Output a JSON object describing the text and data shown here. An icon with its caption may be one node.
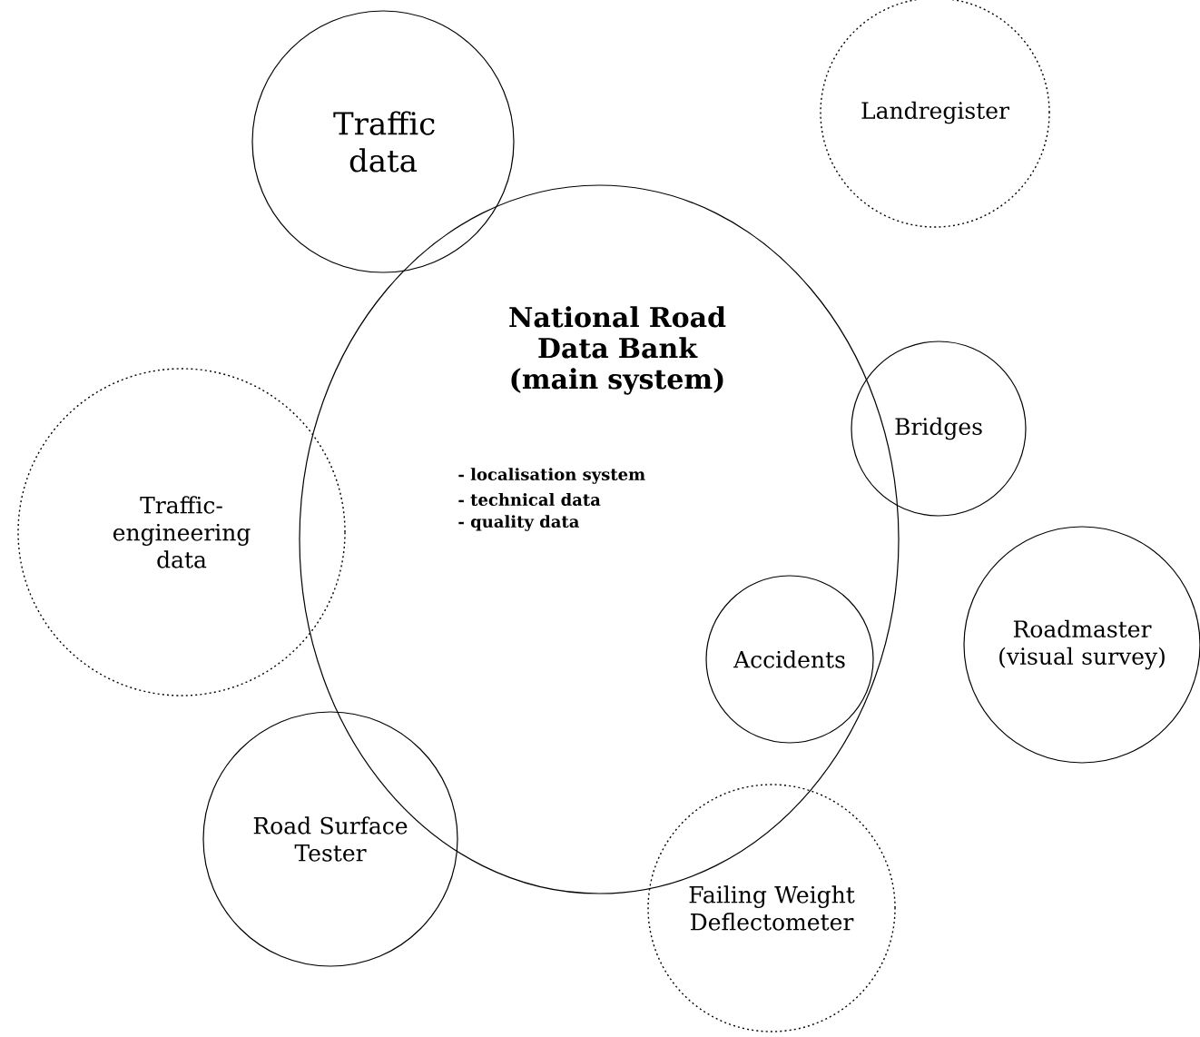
{
  "diagram": {
    "nodes": [
      {
        "text": [
          "National Road Data Bank (main system)",
          "- localisation system",
          "- technical data",
          "- quality data"
        ]
      },
      {
        "text": [
          "Traffic data"
        ]
      },
      {
        "text": [
          "Landregister"
        ]
      },
      {
        "text": [
          "Bridges"
        ]
      },
      {
        "text": [
          "Traffic-engineering data"
        ]
      },
      {
        "text": [
          "Accidents"
        ],
        "in": 0
      },
      {
        "text": [
          "Roadmaster (visual survey)"
        ]
      },
      {
        "text": [
          "Road Surface Tester"
        ]
      },
      {
        "text": [
          "Failing Weight Deflectometer"
        ]
      }
    ]
  }
}
